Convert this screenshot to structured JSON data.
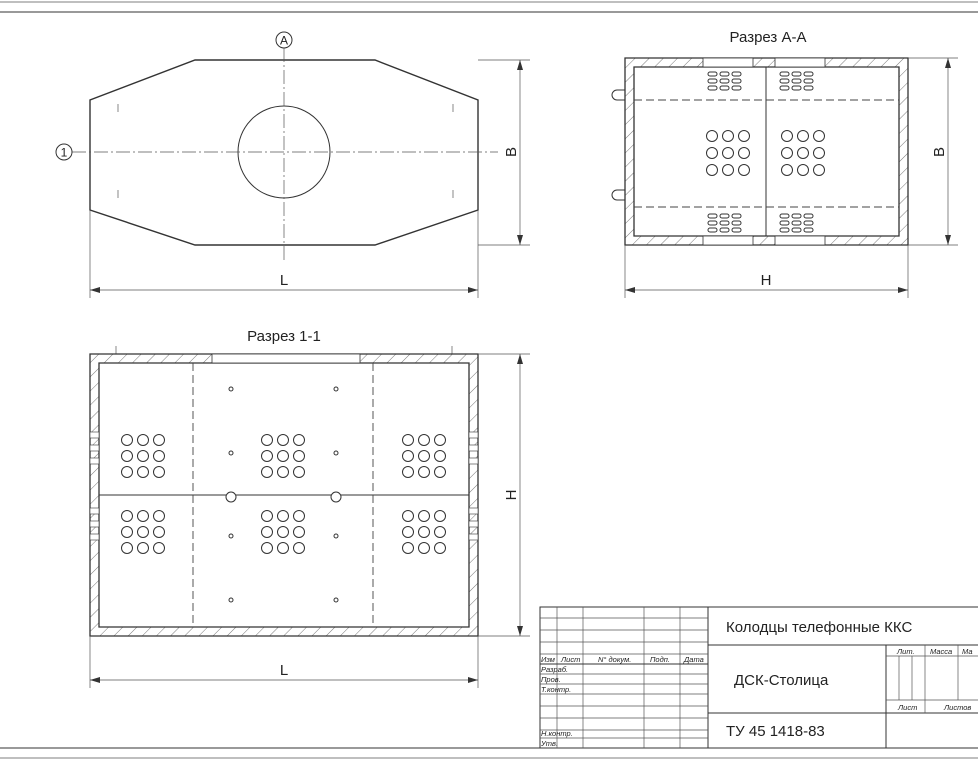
{
  "labels": {
    "section_aa": "Разрез А-А",
    "section_11": "Разрез 1-1",
    "marker_a": "А",
    "marker_1": "1",
    "dim_b_plan": "В",
    "dim_l_plan": "L",
    "dim_b_aa": "В",
    "dim_h_aa": "Н",
    "dim_h_11": "Н",
    "dim_l_11": "L"
  },
  "title_block": {
    "title": "Колодцы телефонные ККС",
    "organization": "ДСК-Столица",
    "standard": "ТУ 45 1418-83",
    "columns": {
      "izm": "Изм",
      "list": "Лист",
      "doc_no": "N° докум.",
      "sign": "Подп.",
      "date": "Дата"
    },
    "rows": {
      "razrab": "Разраб.",
      "prov": "Пров.",
      "tkontr": "Т.контр.",
      "nkontr": "Н.контр.",
      "utv": "Утв."
    },
    "lit": "Лит.",
    "massa": "Масса",
    "masshtab": "Ма",
    "list": "Лист",
    "listov": "Листов"
  }
}
